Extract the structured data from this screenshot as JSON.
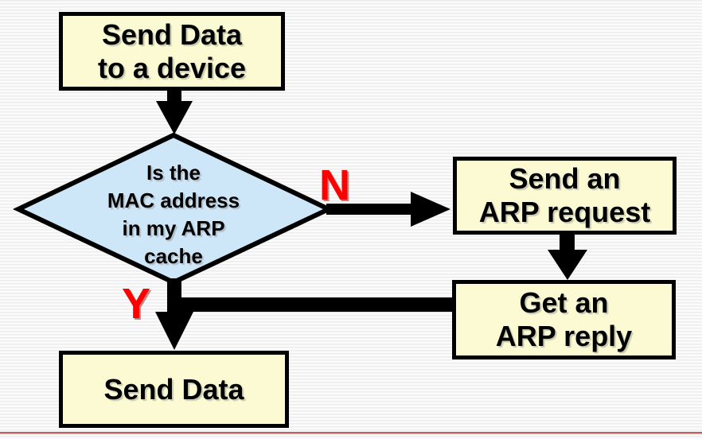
{
  "nodes": {
    "start": {
      "lines": [
        "Send Data",
        "to a device"
      ]
    },
    "decision": {
      "lines": [
        "Is the",
        "MAC address",
        "in my ARP",
        "cache"
      ]
    },
    "request": {
      "lines": [
        "Send an",
        "ARP request"
      ]
    },
    "reply": {
      "lines": [
        "Get an",
        "ARP reply"
      ]
    },
    "finish": {
      "lines": [
        "Send Data"
      ]
    }
  },
  "labels": {
    "no": "N",
    "yes": "Y"
  },
  "colors": {
    "process_fill": "#FBFAD2",
    "decision_fill": "#CDE6F8",
    "node_border": "#000000",
    "connector": "#000000",
    "branch_label": "#FF0000",
    "footer_line": "#BF4F4C",
    "background_stripe": "#ECECEC"
  }
}
